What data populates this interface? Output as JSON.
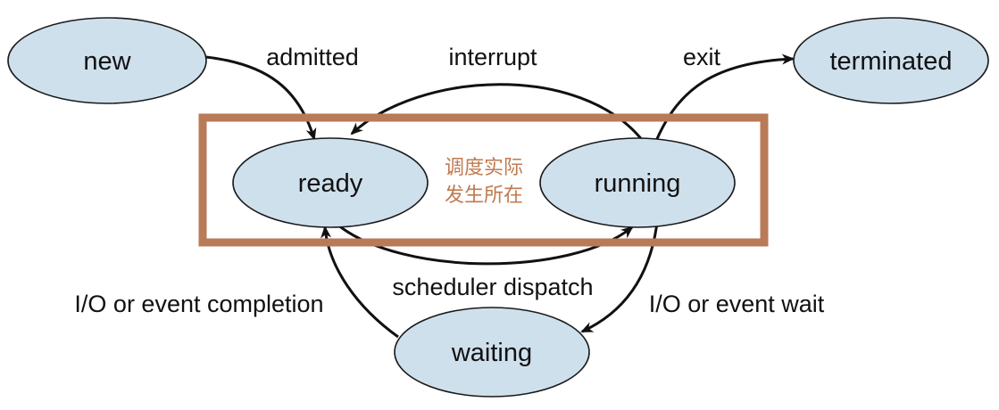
{
  "states": {
    "new": "new",
    "ready": "ready",
    "running": "running",
    "terminated": "terminated",
    "waiting": "waiting"
  },
  "transitions": {
    "admitted": "admitted",
    "interrupt": "interrupt",
    "exit": "exit",
    "scheduler_dispatch": "scheduler dispatch",
    "io_completion": "I/O or event completion",
    "io_wait": "I/O or event wait"
  },
  "annotation": {
    "line1": "调度实际",
    "line2": "发生所在"
  },
  "colors": {
    "state_fill": "#cfe0ed",
    "highlight": "#b97a57",
    "annotation_text": "#c07a50",
    "line": "#111111"
  }
}
